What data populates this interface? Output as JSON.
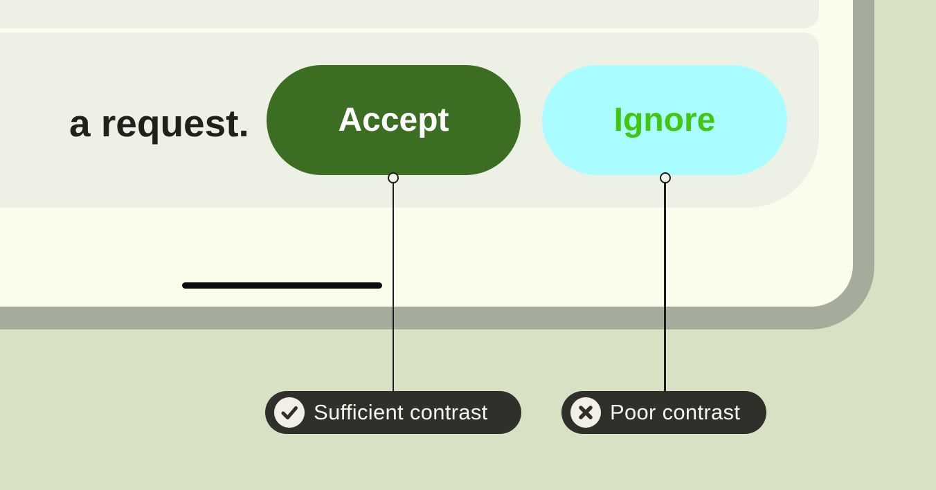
{
  "colors": {
    "background": "#d6e2c3",
    "device_frame": "#a6ac9b",
    "device_screen": "#fcfced",
    "card": "#edf0e4",
    "message_text": "#20211c",
    "accept_bg": "#3b6d22",
    "accept_text": "#ffffff",
    "ignore_bg": "#a9fcff",
    "ignore_text": "#41c70e",
    "callout_bg": "#2f302a",
    "callout_text": "#f5f3ea",
    "icon_circle": "#f2f0e6",
    "icon_glyph": "#2f302a",
    "connector": "#1c1c1c",
    "dot_fill": "#f4f4ea",
    "home_indicator": "#0c0c0c"
  },
  "message": {
    "text": "a request."
  },
  "buttons": [
    {
      "label": "Accept"
    },
    {
      "label": "Ignore"
    }
  ],
  "annotations": [
    {
      "label": "Sufficient contrast",
      "icon": "check-circle-icon"
    },
    {
      "label": "Poor contrast",
      "icon": "x-circle-icon"
    }
  ]
}
